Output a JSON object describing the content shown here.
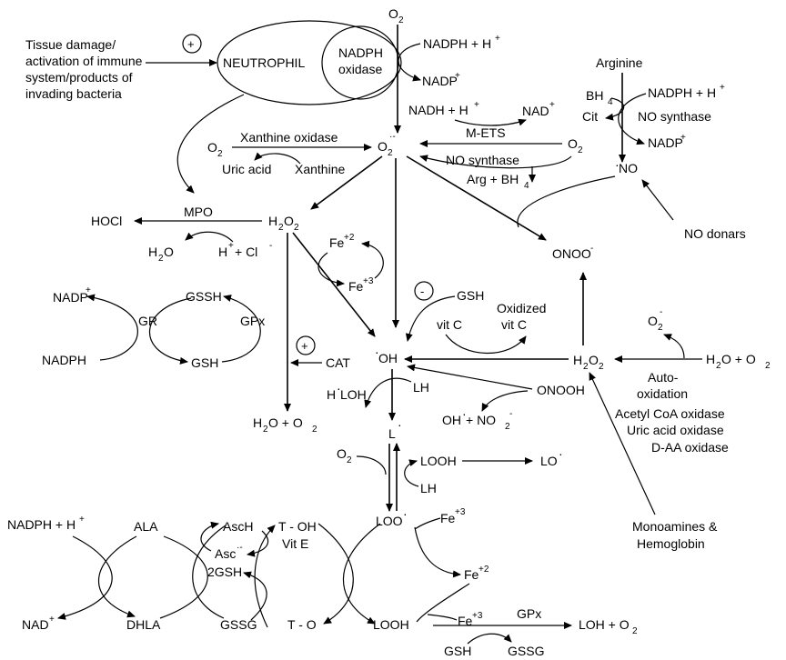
{
  "labels": {
    "tissue1": "Tissue damage/",
    "tissue2": "activation of immune",
    "tissue3": "system/products of",
    "tissue4": "invading  bacteria",
    "plus": "+",
    "minus": "-",
    "neutrophil": "NEUTROPHIL",
    "nadph_ox1": "NADPH",
    "nadph_ox2": "oxidase",
    "o2": "O",
    "sub2": "2",
    "nadph_h": "NADPH + H",
    "sup_plus": "+",
    "nadp": "NADP",
    "nadh_h": "NADH + H",
    "nad": "NAD",
    "arginine": "Arginine",
    "bh4": "BH",
    "sub4": "4",
    "cit": "Cit",
    "no_synthase": "NO synthase",
    "xanthine_oxidase": "Xanthine oxidase",
    "uric_acid": "Uric acid",
    "xanthine": "Xanthine",
    "superoxide_sup": "·-",
    "m_ets": "M-ETS",
    "arg_bh4": "Arg + BH",
    "no_radical": "NO",
    "dot": "·",
    "no_donars": "NO donars",
    "mpo": "MPO",
    "hocl": "HOCl",
    "h2o2_a": "H",
    "h2o2_b": "2",
    "h2o2_c": "O",
    "h2o": "H",
    "hcl": "H",
    "cl": " + Cl",
    "minus_sup": "-",
    "fe": "Fe",
    "fe_plus2": "+2",
    "fe_plus3": "+3",
    "onoo": "ONOO",
    "nadp2": "NADP",
    "gssh": "GSSH",
    "gr": "GR",
    "gpx": "GPx",
    "nadph": "NADPH",
    "gsh": "GSH",
    "cat": "CAT",
    "oh": "OH",
    "vit_c": "vit C",
    "oxidized1": "Oxidized",
    "oxidized2": "vit C",
    "auto1": "Auto-",
    "auto2": "oxidation",
    "h2o_o2": "H",
    "h2o_o2_b": "O + O",
    "hloh": "H",
    "hloh_b": "LOH",
    "lh": "LH",
    "onooh": "ONOOH",
    "oh_no2_a": "OH",
    "oh_no2_b": " + NO",
    "acetyl": "Acetyl CoA oxidase",
    "uricox": "Uric acid oxidase",
    "daa": "D-AA oxidase",
    "l_radical": "L",
    "looh": "LOOH",
    "lo": "LO",
    "monoamines": "Monoamines &",
    "hemoglobin": "Hemoglobin",
    "nadph_h_bottom": "NADPH + H",
    "ala": "ALA",
    "asch": "AscH",
    "t_oh": "T - OH",
    "vit_e": "Vit E",
    "loo": "LOO",
    "asc": "Asc",
    "gsh2": "2GSH",
    "gssg": "GSSG",
    "nad_bottom": "NAD",
    "dhla": "DHLA",
    "t_o": "T - O",
    "loh_o2": "LOH + O",
    "gsh_bottom": "GSH",
    "gssg_bottom": "GSSG"
  }
}
